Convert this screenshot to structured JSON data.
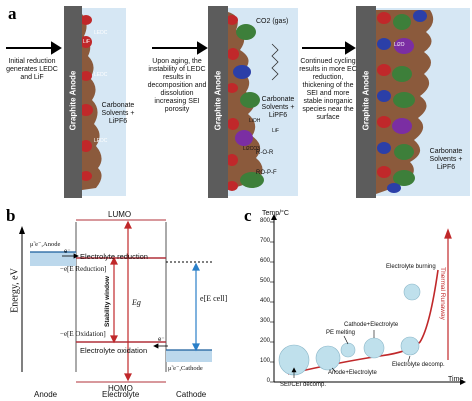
{
  "panel_a": {
    "letter": "a",
    "steps": [
      {
        "text": "Initial reduction generates LEDC and LiF"
      },
      {
        "text": "Upon aging, the instability of LEDC results in decomposition and dissolution increasing SEI porosity"
      },
      {
        "text": "Continued cycling results in more EC reduction, thickening of the SEI and more stable inorganic species near the surface"
      }
    ],
    "anode_label": "Graphite Anode",
    "solvents_label": "Carbonate Solvents + LiPF6",
    "species": {
      "lif": "LiF",
      "ledc": "LEDC",
      "li2co3": "Li2CO3",
      "lioh": "LiOH",
      "li2o": "Li2O",
      "lif_bubble": "LiF",
      "co2": "CO2 (gas)",
      "ether": "R-O-R",
      "fluorophosphate": "RO-P-F"
    }
  },
  "panel_b": {
    "letter": "b",
    "y_axis": "Energy, eV",
    "lumo": "LUMO",
    "homo": "HOMO",
    "reduction": "Electrolyte reduction",
    "oxidation": "Electrolyte oxidation",
    "e_reduction": "−e[E Reduction]",
    "e_oxidation": "−e[E Oxidation]",
    "stability": "Stability window",
    "eg": "Eg",
    "ecell": "e[E cell]",
    "mu_anode": "μ̃ e⁻,Anode",
    "mu_cathode": "μ̃ e⁻,Cathode",
    "electron": "e⁻",
    "columns": [
      "Anode",
      "Electrolyte",
      "Cathode"
    ]
  },
  "panel_c": {
    "letter": "c",
    "y_label": "Temp/°C",
    "x_label": "Time",
    "y_ticks": [
      "0",
      "100",
      "200",
      "300",
      "400",
      "500",
      "600",
      "700",
      "800"
    ],
    "annotations": [
      {
        "text": "SEI/CEI decomp."
      },
      {
        "text": "Anode+Electrolyte"
      },
      {
        "text": "PE melting"
      },
      {
        "text": "Cathode+Electrolyte"
      },
      {
        "text": "Electrolyte decomp."
      },
      {
        "text": "Electrolyte burning"
      },
      {
        "text": "Thermal Runaway"
      }
    ]
  }
}
